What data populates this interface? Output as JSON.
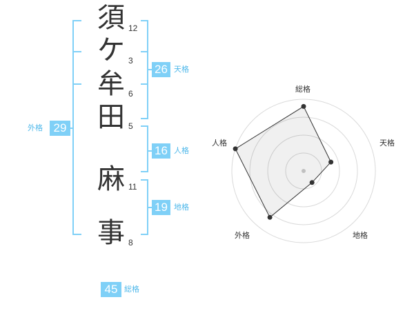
{
  "name_chars": [
    {
      "char": "須",
      "strokes": "12"
    },
    {
      "char": "ケ",
      "strokes": "3"
    },
    {
      "char": "牟",
      "strokes": "6"
    },
    {
      "char": "田",
      "strokes": "5"
    },
    {
      "char": "麻",
      "strokes": "11"
    },
    {
      "char": "事",
      "strokes": "8"
    }
  ],
  "fortune": {
    "tenkaku": {
      "value": "26",
      "label": "天格"
    },
    "jinkaku": {
      "value": "16",
      "label": "人格"
    },
    "chikaku": {
      "value": "19",
      "label": "地格"
    },
    "gaikaku": {
      "value": "29",
      "label": "外格"
    },
    "soukaku": {
      "value": "45",
      "label": "総格"
    }
  },
  "chart_data": {
    "type": "radar",
    "axes": [
      "総格",
      "天格",
      "地格",
      "外格",
      "人格"
    ],
    "values": [
      0.9,
      0.4,
      0.2,
      0.8,
      1.0
    ],
    "max": 1.0,
    "rings": 4,
    "colors": {
      "accent": "#7fd0f7",
      "label": "#4fb8ea",
      "ink": "#333333",
      "fill": "#eeeeee"
    }
  }
}
